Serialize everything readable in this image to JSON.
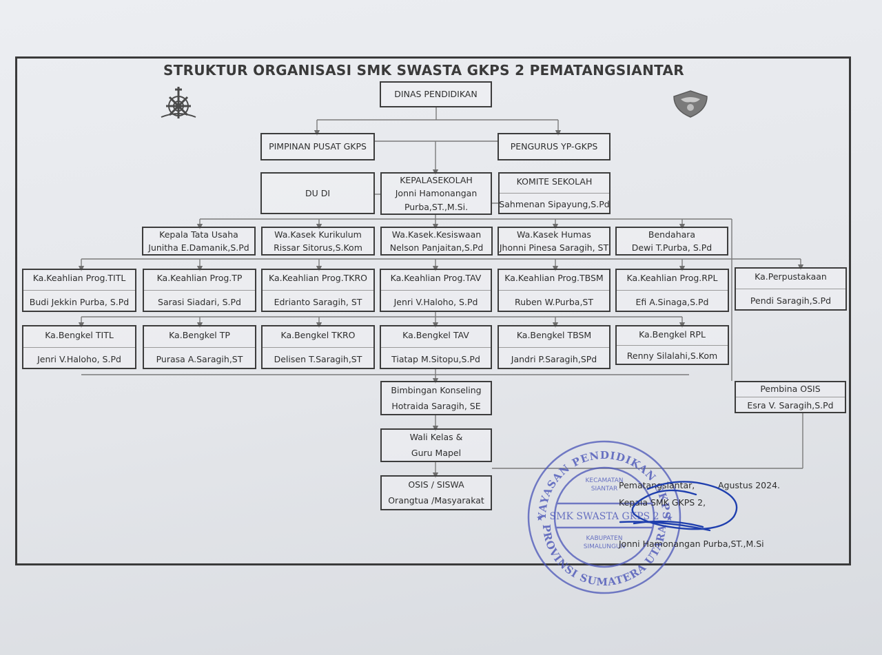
{
  "title": "STRUKTUR ORGANISASI SMK SWASTA GKPS 2 PEMATANGSIANTAR",
  "colors": {
    "line": "#7a7a7a",
    "box_border": "#3c3c3c",
    "stamp": "#4a55b8",
    "signature": "#1f3fae"
  },
  "logos": {
    "left": "gkps-emblem-icon",
    "right": "tut-wuri-handayani-icon"
  },
  "top": {
    "dinas": "DINAS PENDIDIKAN",
    "pimpinan": "PIMPINAN PUSAT GKPS",
    "pengurus": "PENGURUS YP-GKPS"
  },
  "row3": {
    "dudi": "DU DI",
    "kepsek": {
      "title": "KEPALASEKOLAH",
      "name_line1": "Jonni Hamonangan",
      "name_line2": "Purba,ST.,M.Si."
    },
    "komite": {
      "title": "KOMITE SEKOLAH",
      "name": "Sahmenan Sipayung,S.Pd"
    }
  },
  "wakasek": [
    {
      "title": "Kepala Tata Usaha",
      "name": "Junitha E.Damanik,S.Pd"
    },
    {
      "title": "Wa.Kasek Kurikulum",
      "name": "Rissar Sitorus,S.Kom"
    },
    {
      "title": "Wa.Kasek.Kesiswaan",
      "name": "Nelson Panjaitan,S.Pd"
    },
    {
      "title": "Wa.Kasek Humas",
      "name": "Jhonni Pinesa Saragih, ST"
    },
    {
      "title": "Bendahara",
      "name": "Dewi T.Purba, S.Pd"
    }
  ],
  "keahlian": [
    {
      "title": "Ka.Keahlian Prog.TITL",
      "name": "Budi Jekkin Purba, S.Pd"
    },
    {
      "title": "Ka.Keahlian Prog.TP",
      "name": "Sarasi Siadari, S.Pd"
    },
    {
      "title": "Ka.Keahlian Prog.TKRO",
      "name": "Edrianto Saragih, ST"
    },
    {
      "title": "Ka.Keahlian Prog.TAV",
      "name": "Jenri V.Haloho, S.Pd"
    },
    {
      "title": "Ka.Keahlian Prog.TBSM",
      "name": "Ruben W.Purba,ST"
    },
    {
      "title": "Ka.Keahlian Prog.RPL",
      "name": "Efi A.Sinaga,S.Pd"
    },
    {
      "title": "Ka.Perpustakaan",
      "name": "Pendi Saragih,S.Pd"
    }
  ],
  "bengkel": [
    {
      "title": "Ka.Bengkel TITL",
      "name": "Jenri V.Haloho, S.Pd"
    },
    {
      "title": "Ka.Bengkel TP",
      "name": "Purasa A.Saragih,ST"
    },
    {
      "title": "Ka.Bengkel TKRO",
      "name": "Delisen T.Saragih,ST"
    },
    {
      "title": "Ka.Bengkel TAV",
      "name": "Tiatap M.Sitopu,S.Pd"
    },
    {
      "title": "Ka.Bengkel TBSM",
      "name": "Jandri P.Saragih,SPd"
    },
    {
      "title": "Ka.Bengkel RPL",
      "name": "Renny Silalahi,S.Kom"
    }
  ],
  "bk": {
    "title": "Bimbingan Konseling",
    "name": "Hotraida Saragih, SE"
  },
  "osis_pembina": {
    "title": "Pembina OSIS",
    "name": "Esra V. Saragih,S.Pd"
  },
  "wali": {
    "line1": "Wali Kelas &",
    "line2": "Guru Mapel"
  },
  "siswa": {
    "line1": "OSIS / SISWA",
    "line2": "Orangtua /Masyarakat"
  },
  "signature": {
    "place": "Pematangsiantar,",
    "date": "Agustus 2024.",
    "role": "Kepala SMK GKPS 2,",
    "name": "Jonni Hamonangan Purba,ST.,M.Si"
  },
  "stamp": {
    "arc_top": "YAYASAN PENDIDIKAN GKPS",
    "arc_bottom": "PROVINSI SUMATERA UTARA",
    "line1": "KECAMATAN",
    "line2": "SIANTAR",
    "center": "SMK SWASTA GKPS 2",
    "line3": "KABUPATEN",
    "line4": "SIMALUNGUN"
  }
}
